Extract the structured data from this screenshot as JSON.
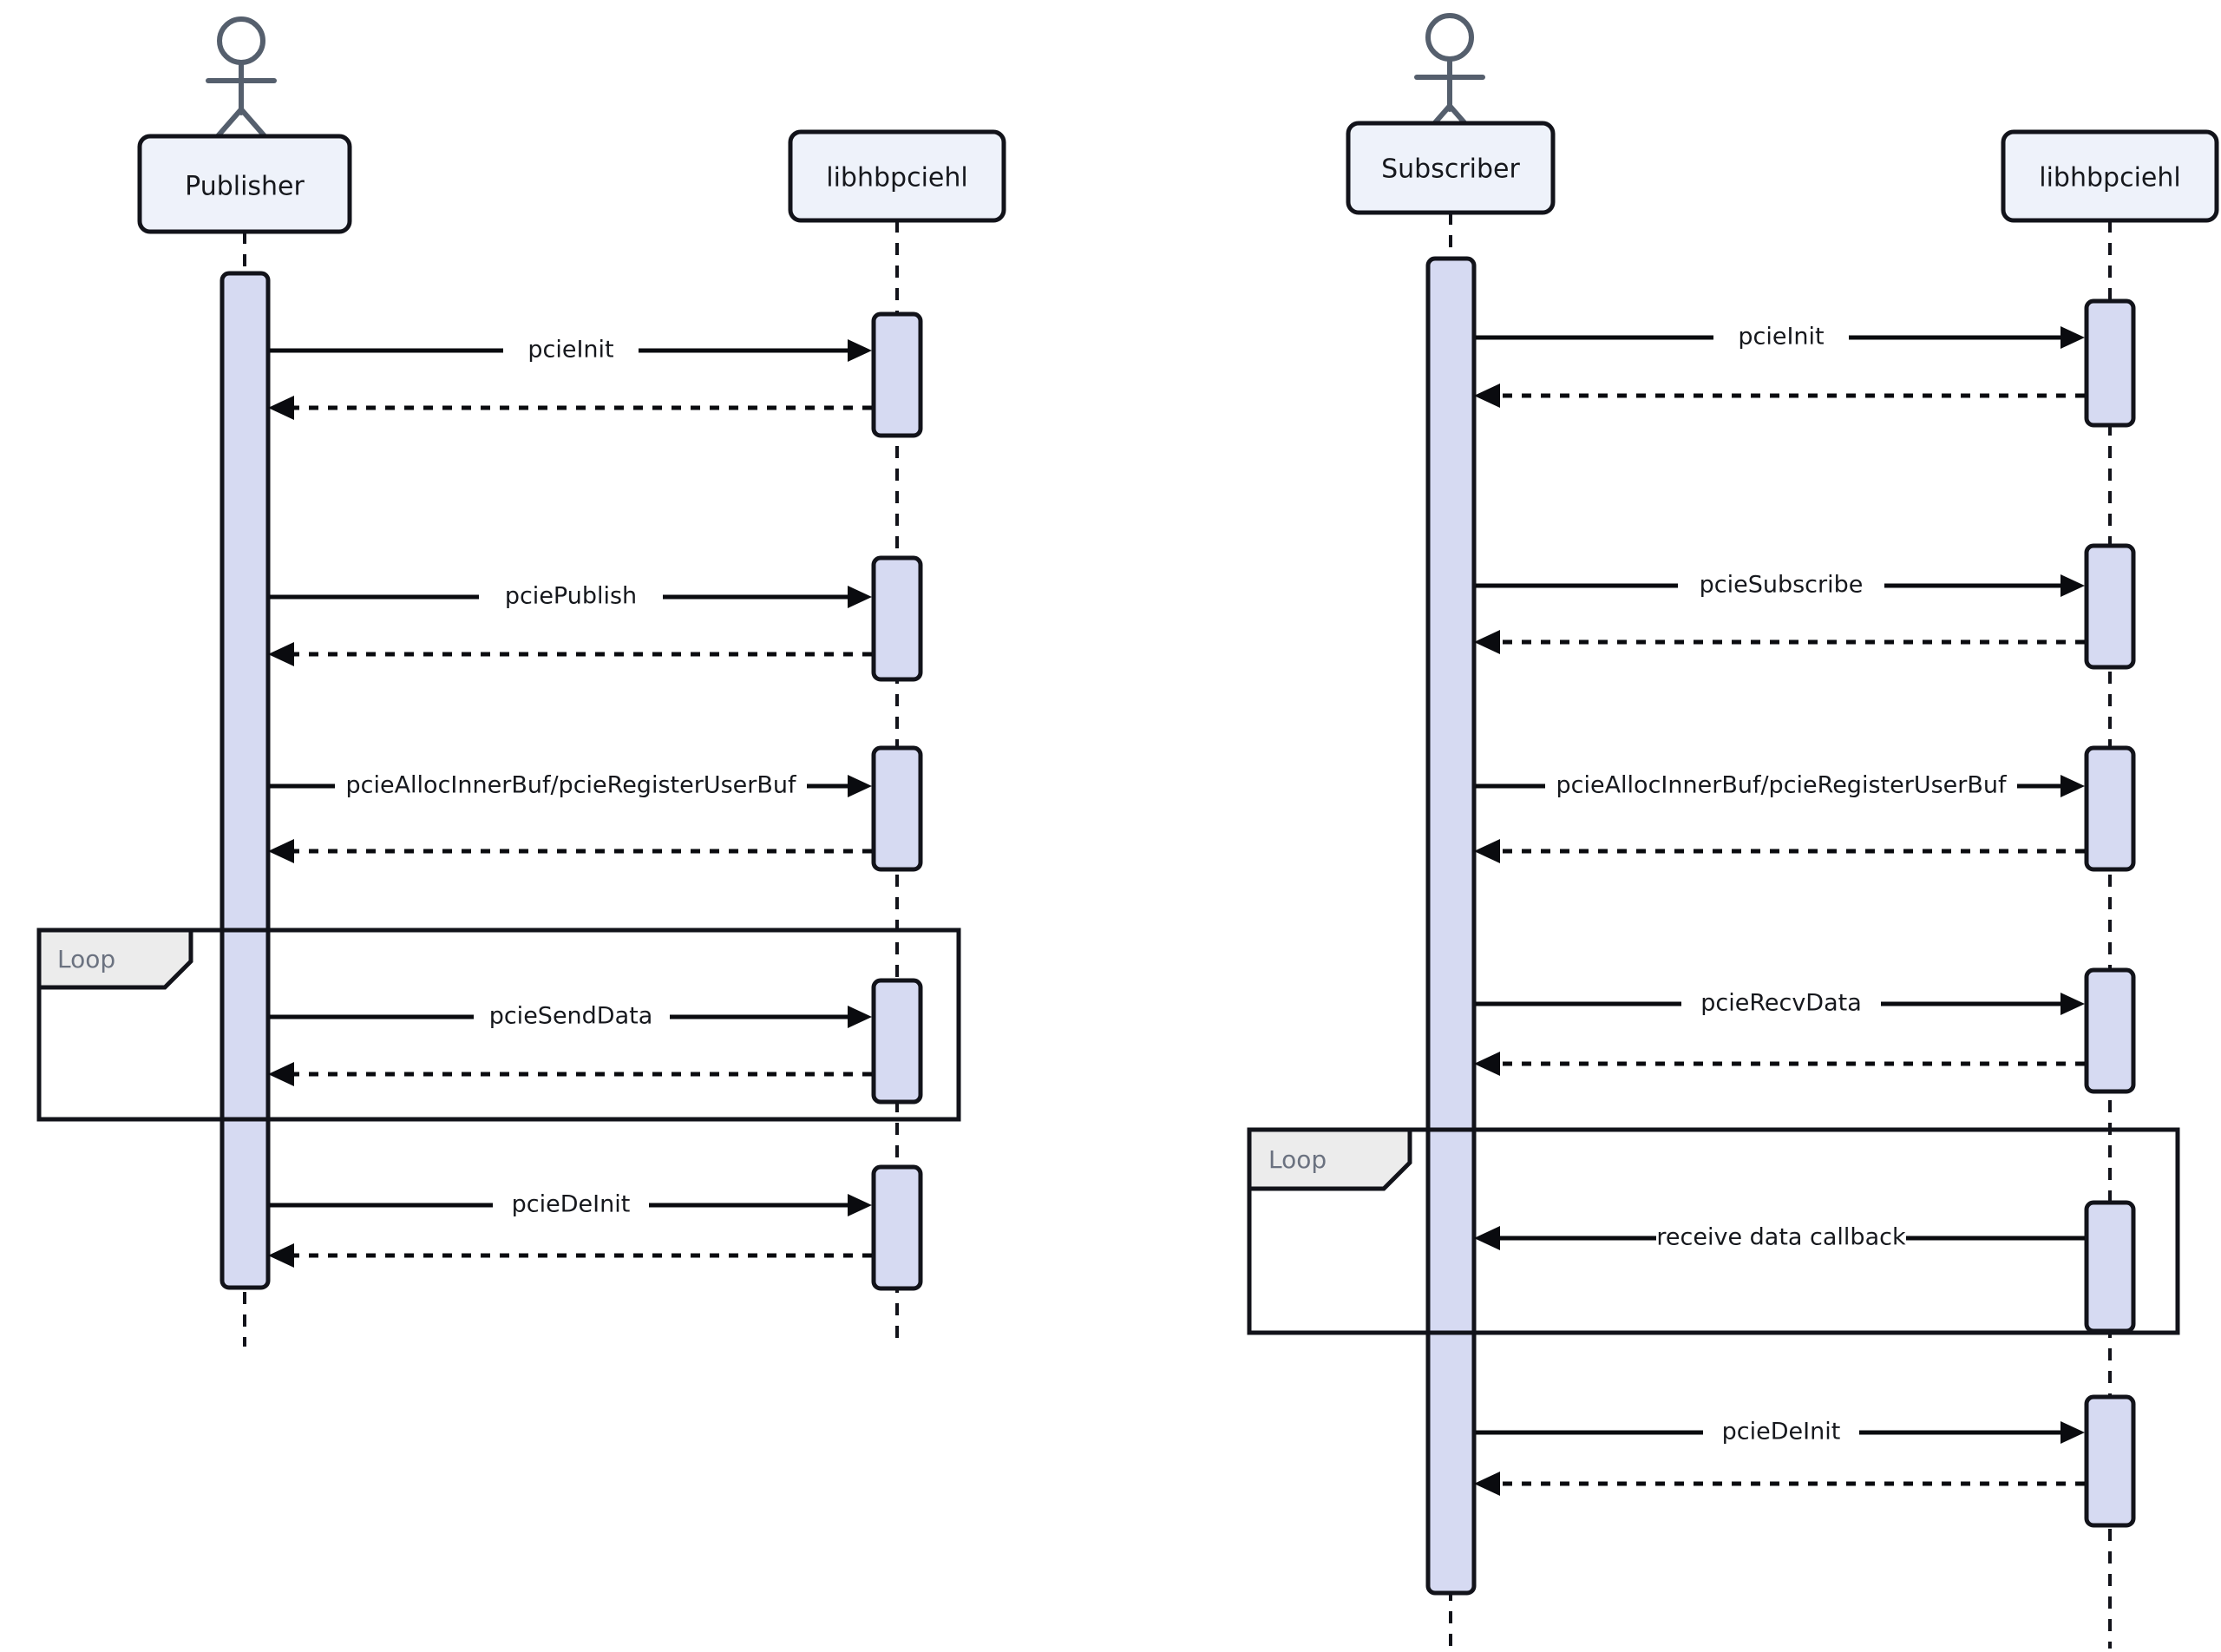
{
  "diagram": {
    "type": "uml-sequence-diagram",
    "title": "",
    "background_color": "#ffffff",
    "colors": {
      "participant_fill": "#eef2fa",
      "participant_stroke": "#12131a",
      "activation_fill": "#d6daf2",
      "activation_stroke": "#12131a",
      "actor_stroke": "#555f6d",
      "fragment_tab_fill": "#ececec",
      "fragment_tab_text": "#6b7280",
      "message_line": "#0a0b0f",
      "text": "#16181d"
    },
    "panes": [
      {
        "id": "publisher-pane",
        "actor_name": "Publisher",
        "has_actor_icon": true,
        "participants": [
          {
            "id": "publisher",
            "label": "Publisher",
            "is_actor": true
          },
          {
            "id": "libhbpciehl-left",
            "label": "libhbpciehl",
            "is_actor": false
          }
        ],
        "messages": [
          {
            "index": 1,
            "label": "pcieInit",
            "from": "publisher",
            "to": "libhbpciehl-left",
            "direction": "right",
            "style": "solid"
          },
          {
            "index": 2,
            "label": "",
            "from": "libhbpciehl-left",
            "to": "publisher",
            "direction": "left",
            "style": "dashed"
          },
          {
            "index": 3,
            "label": "pciePublish",
            "from": "publisher",
            "to": "libhbpciehl-left",
            "direction": "right",
            "style": "solid"
          },
          {
            "index": 4,
            "label": "",
            "from": "libhbpciehl-left",
            "to": "publisher",
            "direction": "left",
            "style": "dashed"
          },
          {
            "index": 5,
            "label": "pcieAllocInnerBuf/pcieRegisterUserBuf",
            "from": "publisher",
            "to": "libhbpciehl-left",
            "direction": "right",
            "style": "solid"
          },
          {
            "index": 6,
            "label": "",
            "from": "libhbpciehl-left",
            "to": "publisher",
            "direction": "left",
            "style": "dashed"
          },
          {
            "index": 7,
            "label": "pcieSendData",
            "from": "publisher",
            "to": "libhbpciehl-left",
            "direction": "right",
            "style": "solid",
            "fragment": "loop-publisher"
          },
          {
            "index": 8,
            "label": "",
            "from": "libhbpciehl-left",
            "to": "publisher",
            "direction": "left",
            "style": "dashed",
            "fragment": "loop-publisher"
          },
          {
            "index": 9,
            "label": "pcieDeInit",
            "from": "publisher",
            "to": "libhbpciehl-left",
            "direction": "right",
            "style": "solid"
          },
          {
            "index": 10,
            "label": "",
            "from": "libhbpciehl-left",
            "to": "publisher",
            "direction": "left",
            "style": "dashed"
          }
        ],
        "fragments": [
          {
            "id": "loop-publisher",
            "label": "Loop",
            "covers_messages": [
              7,
              8
            ]
          }
        ]
      },
      {
        "id": "subscriber-pane",
        "actor_name": "Subscriber",
        "has_actor_icon": true,
        "participants": [
          {
            "id": "subscriber",
            "label": "Subscriber",
            "is_actor": true
          },
          {
            "id": "libhbpciehl-right",
            "label": "libhbpciehl",
            "is_actor": false
          }
        ],
        "messages": [
          {
            "index": 1,
            "label": "pcieInit",
            "from": "subscriber",
            "to": "libhbpciehl-right",
            "direction": "right",
            "style": "solid"
          },
          {
            "index": 2,
            "label": "",
            "from": "libhbpciehl-right",
            "to": "subscriber",
            "direction": "left",
            "style": "dashed"
          },
          {
            "index": 3,
            "label": "pcieSubscribe",
            "from": "subscriber",
            "to": "libhbpciehl-right",
            "direction": "right",
            "style": "solid"
          },
          {
            "index": 4,
            "label": "",
            "from": "libhbpciehl-right",
            "to": "subscriber",
            "direction": "left",
            "style": "dashed"
          },
          {
            "index": 5,
            "label": "pcieAllocInnerBuf/pcieRegisterUserBuf",
            "from": "subscriber",
            "to": "libhbpciehl-right",
            "direction": "right",
            "style": "solid"
          },
          {
            "index": 6,
            "label": "",
            "from": "libhbpciehl-right",
            "to": "subscriber",
            "direction": "left",
            "style": "dashed"
          },
          {
            "index": 7,
            "label": "pcieRecvData",
            "from": "subscriber",
            "to": "libhbpciehl-right",
            "direction": "right",
            "style": "solid"
          },
          {
            "index": 8,
            "label": "",
            "from": "libhbpciehl-right",
            "to": "subscriber",
            "direction": "left",
            "style": "dashed"
          },
          {
            "index": 9,
            "label": "receive data callback",
            "from": "libhbpciehl-right",
            "to": "subscriber",
            "direction": "left",
            "style": "solid",
            "fragment": "loop-subscriber"
          },
          {
            "index": 10,
            "label": "pcieDeInit",
            "from": "subscriber",
            "to": "libhbpciehl-right",
            "direction": "right",
            "style": "solid"
          },
          {
            "index": 11,
            "label": "",
            "from": "libhbpciehl-right",
            "to": "subscriber",
            "direction": "left",
            "style": "dashed"
          }
        ],
        "fragments": [
          {
            "id": "loop-subscriber",
            "label": "Loop",
            "covers_messages": [
              9
            ]
          }
        ]
      }
    ]
  },
  "labels": {
    "publisher": "Publisher",
    "subscriber": "Subscriber",
    "libhbpciehl": "libhbpciehl",
    "loop": "Loop",
    "pcieInit": "pcieInit",
    "pciePublish": "pciePublish",
    "pcieSubscribe": "pcieSubscribe",
    "pcieAllocRegister": "pcieAllocInnerBuf/pcieRegisterUserBuf",
    "pcieSendData": "pcieSendData",
    "pcieRecvData": "pcieRecvData",
    "receiveDataCallback": "receive data callback",
    "pcieDeInit": "pcieDeInit"
  }
}
